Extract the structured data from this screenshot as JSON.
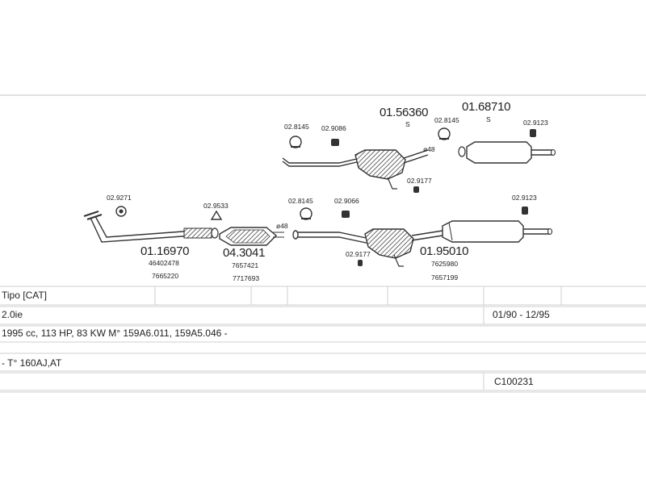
{
  "parts": {
    "main_pipe": "01.16970",
    "main_pipe_ref1": "46402478",
    "main_pipe_ref2": "7665220",
    "catalyst": "04.3041",
    "catalyst_ref1": "7657421",
    "catalyst_ref2": "7717693",
    "center_silencer_lower": "01.95010",
    "center_silencer_lower_ref1": "7625980",
    "center_silencer_lower_ref2": "7657199",
    "center_silencer_upper": "01.56360",
    "center_silencer_upper_flag": "S",
    "rear_silencer": "01.68710",
    "rear_silencer_flag": "S"
  },
  "small_parts": {
    "p_9271": "02.9271",
    "p_9533": "02.9533",
    "p_8145_a": "02.8145",
    "p_9066": "02.9066",
    "p_9177_a": "02.9177",
    "p_9123_a": "02.9123",
    "p_8145_b": "02.8145",
    "p_9086": "02.9086",
    "p_8145_c": "02.8145",
    "p_9123_b": "02.9123",
    "p_9177_b": "02.9177"
  },
  "diam_marks": {
    "lower": "ø48",
    "upper": "ø48"
  },
  "table": {
    "model": "Tipo  [CAT]",
    "engine": "2.0ie",
    "date_range": "01/90 - 12/95",
    "spec": "1995 cc, 113 HP, 83 KW M° 159A6.011, 159A5.046 -",
    "type": "- T° 160AJ,AT",
    "code": "C100231"
  },
  "colors": {
    "line": "#c8c8c8",
    "text": "#222222"
  }
}
